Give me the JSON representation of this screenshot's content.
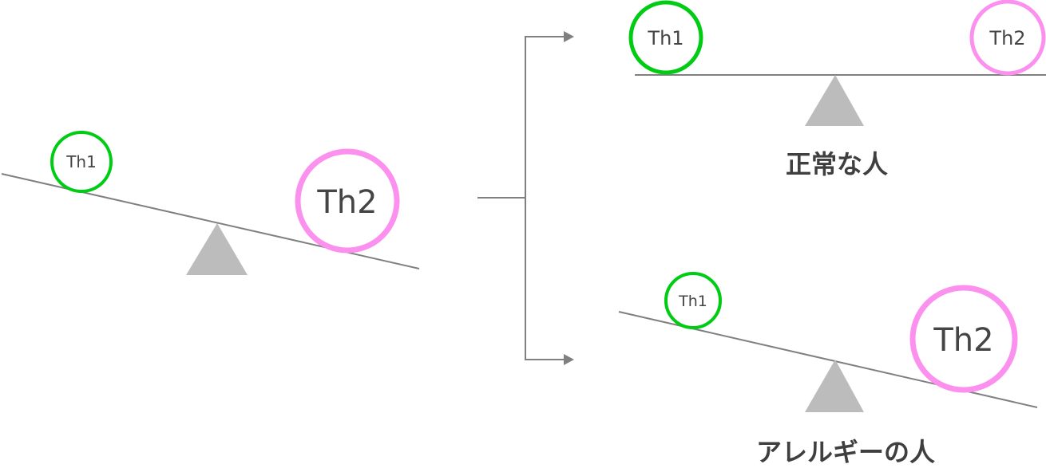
{
  "figure": {
    "left_balance": {
      "th1_label": "Th1",
      "th2_label": "Th2"
    },
    "normal_balance": {
      "th1_label": "Th1",
      "th2_label": "Th2",
      "caption": "正常な人"
    },
    "allergy_balance": {
      "th1_label": "Th1",
      "th2_label": "Th2",
      "caption": "アレルギーの人"
    },
    "colors": {
      "th1_green": "#00cc14",
      "th2_pink": "#fb90ee",
      "line_gray": "#808080",
      "fulcrum_gray": "#bcbcbc",
      "circle_label_dark": "#454545",
      "caption_dark": "#3f3f3f",
      "circle_fill": "#ffffff"
    }
  }
}
